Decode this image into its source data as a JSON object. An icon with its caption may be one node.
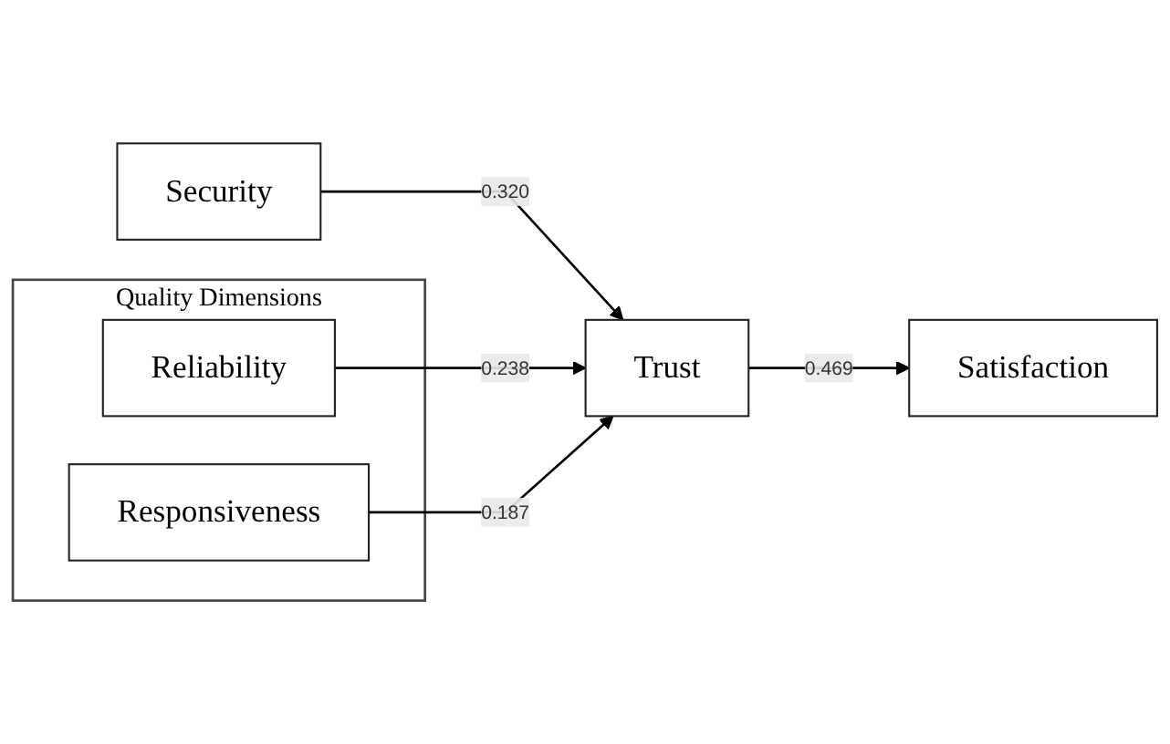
{
  "diagram": {
    "nodes": [
      {
        "text": [
          "Security"
        ]
      },
      {
        "text": [
          "Quality Dimensions"
        ]
      },
      {
        "text": [
          "Reliability"
        ],
        "in": 1
      },
      {
        "text": [
          "Responsiveness"
        ],
        "in": 1
      },
      {
        "text": [
          "Trust"
        ]
      },
      {
        "text": [
          "Satisfaction"
        ]
      }
    ],
    "edges": [
      {
        "from": 0,
        "to": 4,
        "arrow": "to",
        "label": "0.320"
      },
      {
        "from": 2,
        "to": 4,
        "arrow": "to",
        "label": "0.238"
      },
      {
        "from": 3,
        "to": 4,
        "arrow": "to",
        "label": "0.187"
      },
      {
        "from": 4,
        "to": 5,
        "arrow": "to",
        "label": "0.469"
      }
    ]
  }
}
